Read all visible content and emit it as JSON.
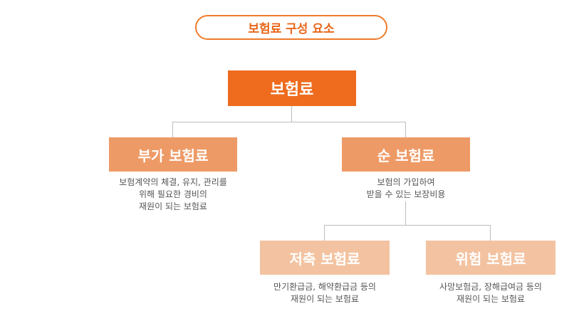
{
  "title": "보험료 구성 요소",
  "root": {
    "label": "보험료"
  },
  "left": {
    "label": "부가 보험료",
    "desc": [
      "보험계약의 체결, 유지, 관리를",
      "위해 필요한 경비의",
      "재원이 되는 보험료"
    ]
  },
  "right": {
    "label": "순 보험료",
    "desc": [
      "보험의 가입하여",
      "받을 수 있는 보장비용"
    ]
  },
  "right_left": {
    "label": "저축 보험료",
    "desc": [
      "만기환급금, 해약환급금 등의",
      "재원이 되는 보험료"
    ]
  },
  "right_right": {
    "label": "위험 보험료",
    "desc": [
      "사망보험금, 장해급여금 등의",
      "재원이 되는 보험료"
    ]
  },
  "colors": {
    "accent": "#ef6c1f",
    "level2": "#ee9a66",
    "level3": "#f3c3a1",
    "connector": "#bdbdbd"
  }
}
